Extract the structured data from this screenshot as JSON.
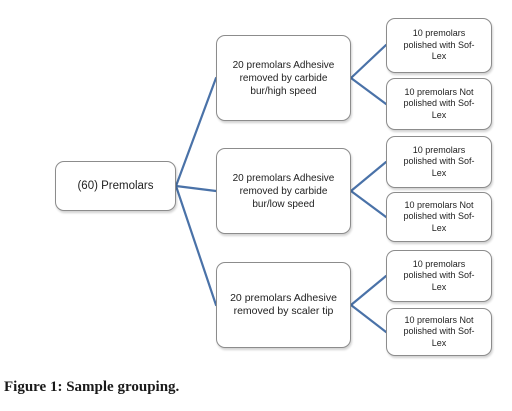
{
  "diagram": {
    "root": {
      "label": "(60) Premolars"
    },
    "groups": [
      {
        "label": "20 premolars Adhesive\nremoved by carbide\nbur/high speed",
        "children": [
          {
            "label": "10 premolars\npolished with Sof-\nLex"
          },
          {
            "label": "10 premolars Not\npolished with Sof-\nLex"
          }
        ]
      },
      {
        "label": "20 premolars Adhesive\nremoved by carbide\nbur/low speed",
        "children": [
          {
            "label": "10 premolars\npolished with Sof-\nLex"
          },
          {
            "label": "10 premolars Not\npolished with Sof-\nLex"
          }
        ]
      },
      {
        "label": "20 premolars Adhesive\nremoved by scaler tip",
        "children": [
          {
            "label": "10 premolars\npolished with Sof-\nLex"
          },
          {
            "label": "10 premolars Not\npolished with Sof-\nLex"
          }
        ]
      }
    ],
    "connector_color": "#4a72a8"
  },
  "caption": "Figure 1: Sample grouping."
}
